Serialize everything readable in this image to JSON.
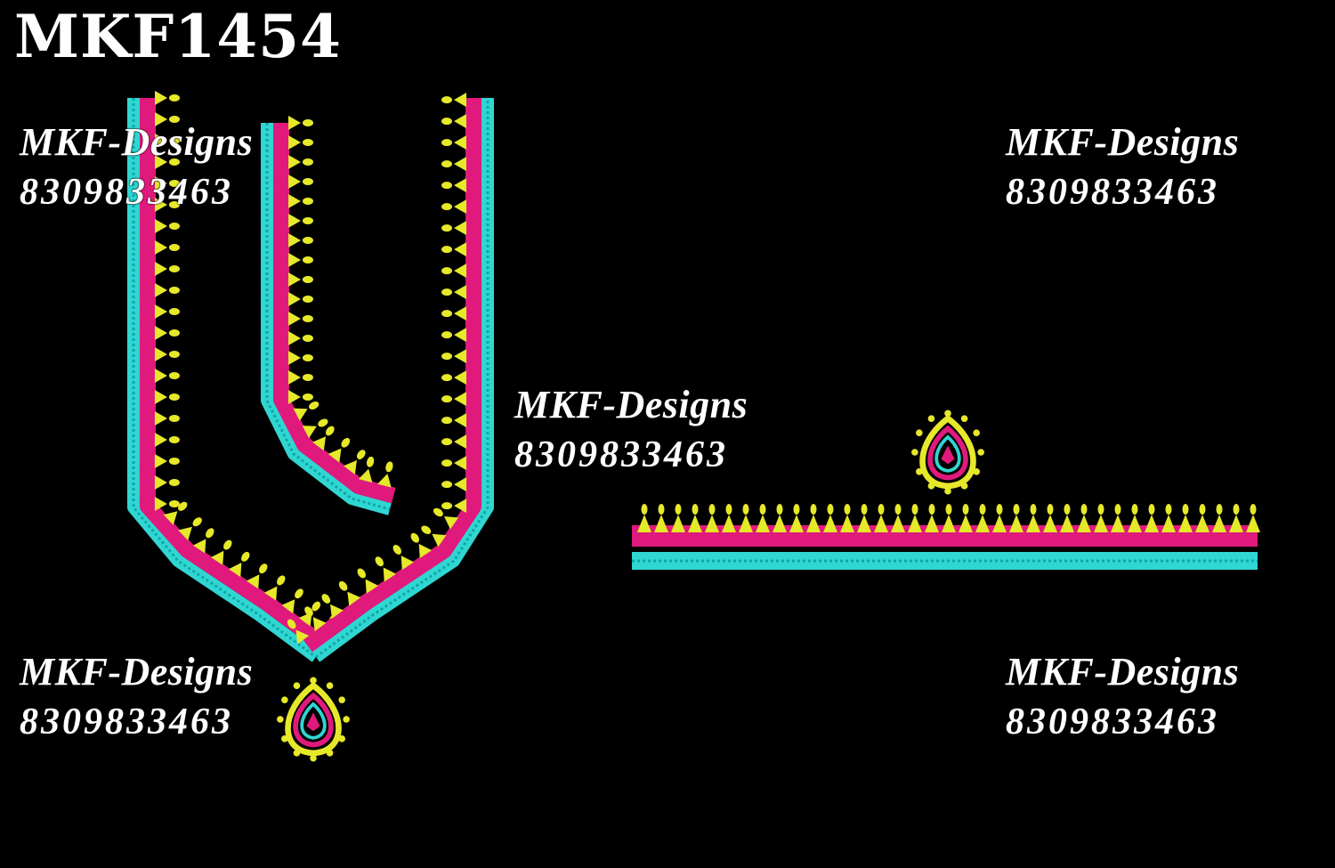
{
  "design_code": "MKF1454",
  "watermarks": [
    {
      "brand": "MKF-Designs",
      "phone": "8309833463"
    },
    {
      "brand": "MKF-Designs",
      "phone": "8309833463"
    },
    {
      "brand": "MKF-Designs",
      "phone": "8309833463"
    },
    {
      "brand": "MKF-Designs",
      "phone": "8309833463"
    },
    {
      "brand": "MKF-Designs",
      "phone": "8309833463"
    }
  ],
  "colors": {
    "background": "#000000",
    "yellow": "#e6e82a",
    "pink": "#e0197d",
    "cyan": "#2fd6d2",
    "teal_dark": "#0fa8a4"
  }
}
